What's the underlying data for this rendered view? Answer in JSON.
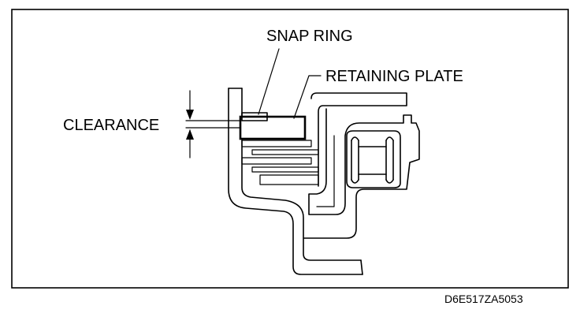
{
  "labels": {
    "snap_ring": "SNAP RING",
    "retaining_plate": "RETAINING PLATE",
    "clearance": "CLEARANCE"
  },
  "figure_code": "D6E517ZA5053",
  "colors": {
    "line": "#000000",
    "background": "#ffffff"
  }
}
